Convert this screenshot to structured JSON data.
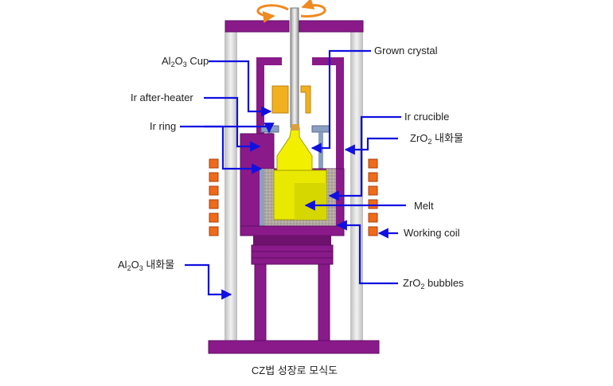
{
  "caption": "CZ법 성장로 모식도",
  "labels": {
    "al2o3_cup": {
      "prefix": "Al",
      "sub1": "2",
      "mid": "O",
      "sub2": "3",
      "suffix": " Cup"
    },
    "ir_after_heater": "Ir after-heater",
    "ir_ring": "Ir ring",
    "grown_crystal": "Grown crystal",
    "ir_crucible": "Ir crucible",
    "zro2_refractory": {
      "prefix": "ZrO",
      "sub": "2",
      "suffix": " 내화물"
    },
    "melt": "Melt",
    "working_coil": "Working coil",
    "zro2_bubbles": {
      "prefix": "ZrO",
      "sub": "2",
      "suffix": " bubbles"
    },
    "al2o3_refractory": {
      "prefix": "Al",
      "sub1": "2",
      "mid": "O",
      "sub2": "3",
      "suffix": " 내화물"
    }
  },
  "colors": {
    "furnace_purple": "#8a1a8a",
    "furnace_dark": "#5e0e62",
    "melt_yellow": "#e8e800",
    "crystal_yellow": "#f2f000",
    "cup_orange": "#f0b020",
    "coil_orange": "#f06a1a",
    "bubbles_gray": "#b0a8a0",
    "arrow_blue": "#1010e0",
    "rotation_orange": "#f08a20",
    "tube_gray": "#d8d8d8",
    "steel_blue": "#8aa0c0"
  }
}
